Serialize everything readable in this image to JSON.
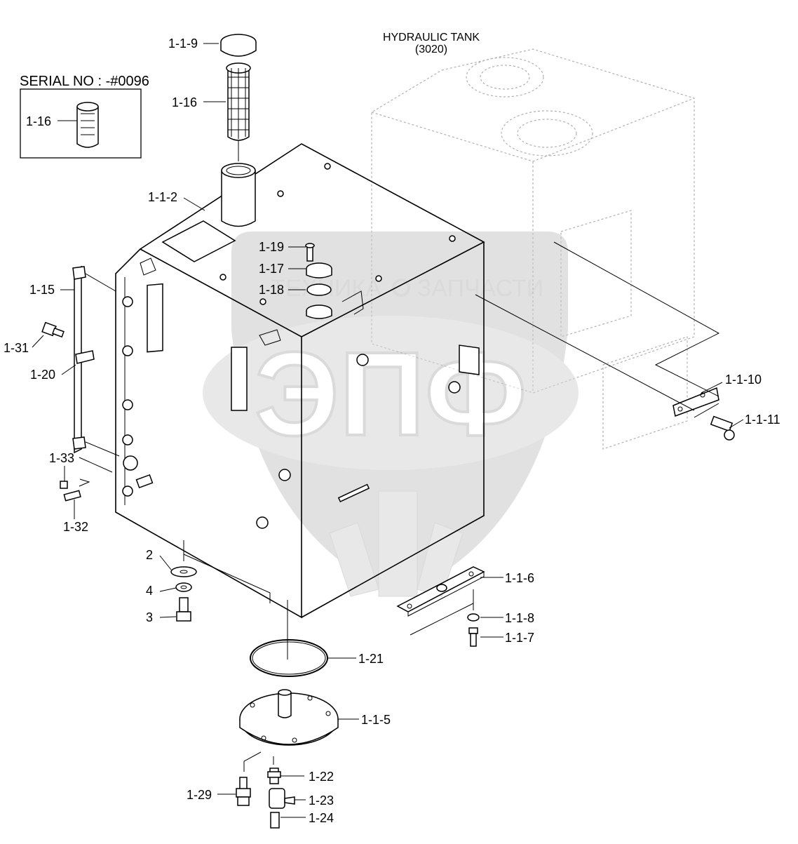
{
  "title": {
    "line1": "HYDRAULIC TANK",
    "line2": "(3020)"
  },
  "serial_box": {
    "label": "SERIAL NO : -#0096",
    "part": "1-16"
  },
  "watermark": {
    "logo": "ЭПФ",
    "left": "ТЕХНИКА",
    "right": "ЗАПЧАСТИ"
  },
  "callouts": [
    {
      "id": "1-1-9"
    },
    {
      "id": "1-16"
    },
    {
      "id": "1-1-2"
    },
    {
      "id": "1-19"
    },
    {
      "id": "1-17"
    },
    {
      "id": "1-18"
    },
    {
      "id": "1-15"
    },
    {
      "id": "1-31"
    },
    {
      "id": "1-20"
    },
    {
      "id": "1-33"
    },
    {
      "id": "1-32"
    },
    {
      "id": "1-1-10"
    },
    {
      "id": "1-1-11"
    },
    {
      "id": "2"
    },
    {
      "id": "4"
    },
    {
      "id": "3"
    },
    {
      "id": "1-1-6"
    },
    {
      "id": "1-1-8"
    },
    {
      "id": "1-1-7"
    },
    {
      "id": "1-21"
    },
    {
      "id": "1-1-5"
    },
    {
      "id": "1-22"
    },
    {
      "id": "1-29"
    },
    {
      "id": "1-23"
    },
    {
      "id": "1-24"
    }
  ]
}
